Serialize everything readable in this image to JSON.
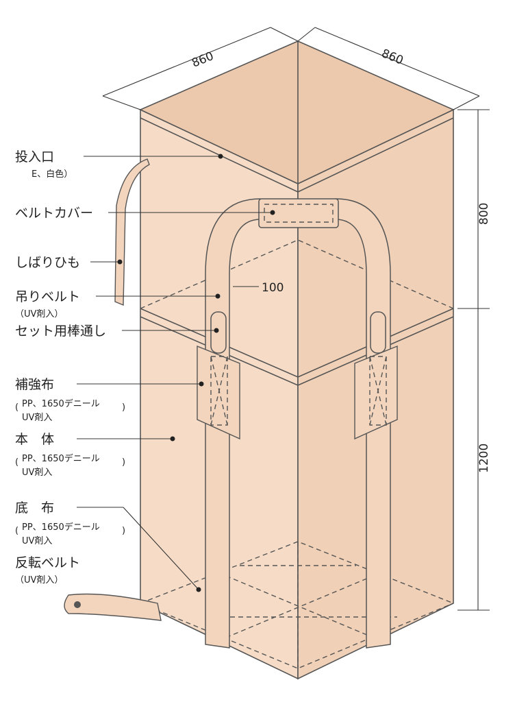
{
  "colors": {
    "bag_face": "#f6dcc6",
    "bag_side": "#f0d0b6",
    "bag_inner": "#ecc9ad",
    "belt": "#f3d5bd",
    "line": "#555555"
  },
  "dimensions": {
    "width_left": "860",
    "width_right": "860",
    "height_top": "800",
    "height_bottom": "1200",
    "belt_width": "100"
  },
  "labels": {
    "inlet": "投入口",
    "inlet_note": "E、白色）",
    "belt_cover": "ベルトカバー",
    "tie_string": "しばりひも",
    "lifting_belt": "吊りベルト",
    "lifting_belt_note": "（UV剤入）",
    "rod_passage": "セット用棒通し",
    "reinforcement": "補強布",
    "reinforcement_note1": "PP、1650デニール",
    "reinforcement_note2": "UV剤入",
    "body": "本　体",
    "body_note1": "PP、1650デニール",
    "body_note2": "UV剤入",
    "bottom": "底　布",
    "bottom_note1": "PP、1650デニール",
    "bottom_note2": "UV剤入",
    "reversal_belt": "反転ベルト",
    "reversal_belt_note": "（UV剤入）"
  }
}
